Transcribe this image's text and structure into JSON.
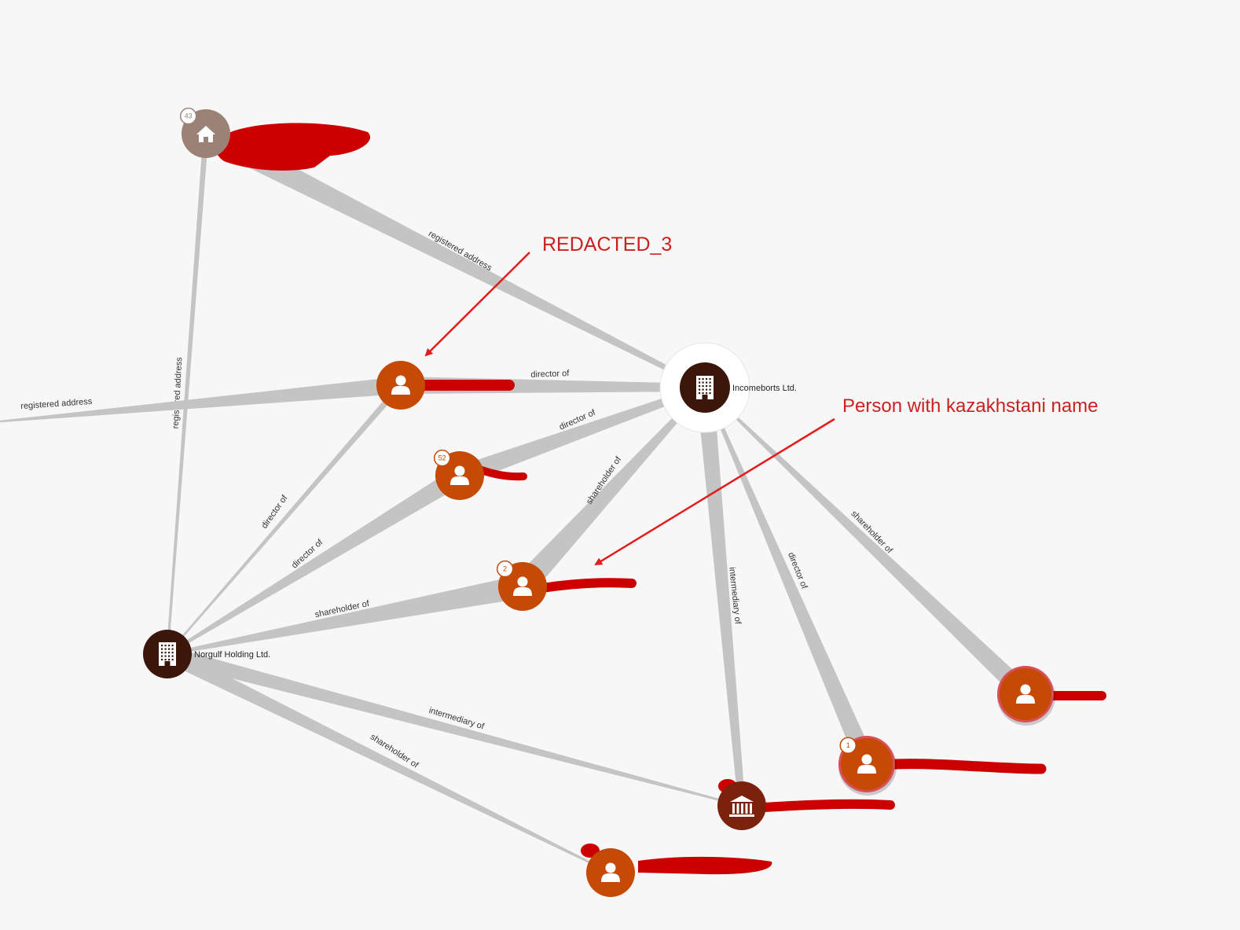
{
  "colors": {
    "background": "#f7f7f7",
    "edge": "#c4c4c4",
    "person": "#c44a06",
    "company": "#3a160b",
    "address": "#9b8277",
    "intermediary": "#7a220c",
    "redaction": "#cc0000",
    "annotation": "#e31b1b",
    "highlight_ring": "#d9505a"
  },
  "nodes": {
    "address_top": {
      "type": "address",
      "icon": "house-icon",
      "badge": "43",
      "label": ""
    },
    "person_redacted3": {
      "type": "person",
      "icon": "person-icon",
      "badge": "",
      "label": ""
    },
    "company_incomeborts": {
      "type": "company",
      "icon": "office-building-icon",
      "badge": "",
      "label": "Incomeborts Ltd."
    },
    "person_52": {
      "type": "person",
      "icon": "person-icon",
      "badge": "52",
      "label": ""
    },
    "person_kazakh": {
      "type": "person",
      "icon": "person-icon",
      "badge": "2",
      "label": ""
    },
    "company_norgulf": {
      "type": "company",
      "icon": "office-building-icon",
      "badge": "",
      "label": "Norgulf Holding Ltd."
    },
    "person_right": {
      "type": "person",
      "icon": "person-icon",
      "badge": "",
      "label": ""
    },
    "person_badge1": {
      "type": "person",
      "icon": "person-icon",
      "badge": "1",
      "label": ""
    },
    "intermediary_bank": {
      "type": "intermediary",
      "icon": "bank-icon",
      "badge": "",
      "label": ""
    },
    "person_bottom": {
      "type": "person",
      "icon": "person-icon",
      "badge": "",
      "label": ""
    }
  },
  "edges": [
    {
      "from": "address_top",
      "to": "company_incomeborts",
      "label": "registered address"
    },
    {
      "from": "address_top",
      "to": "company_norgulf",
      "label": "registered address"
    },
    {
      "from": "offscreen_left",
      "to": "person_redacted3",
      "label": "registered address"
    },
    {
      "from": "person_redacted3",
      "to": "company_incomeborts",
      "label": "director of"
    },
    {
      "from": "person_52",
      "to": "company_incomeborts",
      "label": "director of"
    },
    {
      "from": "person_kazakh",
      "to": "company_incomeborts",
      "label": "shareholder of"
    },
    {
      "from": "person_redacted3",
      "to": "company_norgulf",
      "label": "director of"
    },
    {
      "from": "person_52",
      "to": "company_norgulf",
      "label": "director of"
    },
    {
      "from": "person_kazakh",
      "to": "company_norgulf",
      "label": "shareholder of"
    },
    {
      "from": "intermediary_bank",
      "to": "company_incomeborts",
      "label": "intermediary of"
    },
    {
      "from": "person_badge1",
      "to": "company_incomeborts",
      "label": "director of"
    },
    {
      "from": "person_right",
      "to": "company_incomeborts",
      "label": "shareholder of"
    },
    {
      "from": "intermediary_bank",
      "to": "company_norgulf",
      "label": "intermediary of"
    },
    {
      "from": "person_bottom",
      "to": "company_norgulf",
      "label": "shareholder of"
    }
  ],
  "annotations": {
    "redacted_3": "REDACTED_3",
    "kazakh_name": "Person with kazakhstani name"
  }
}
